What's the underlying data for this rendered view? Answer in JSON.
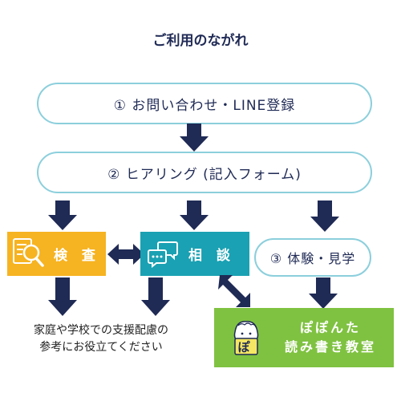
{
  "title": "ご利用のながれ",
  "steps": {
    "step1": "① お問い合わせ・LINE登録",
    "step2": "② ヒアリング (記入フォーム)",
    "step3": "③ 体験・見学"
  },
  "boxes": {
    "kensa": "検 査",
    "soudan": "相 談",
    "school_line1": "ぽぽんた",
    "school_line2": "読み書き教室"
  },
  "note": {
    "line1": "家庭や学校での支援配慮の",
    "line2": "参考にお役立てください"
  },
  "mascot_sign": "ぽ",
  "colors": {
    "navy": "#1f2a55",
    "pill_border": "#8ccfdc",
    "kensa": "#f6b322",
    "soudan": "#1aa1b3",
    "school": "#7fc241"
  }
}
